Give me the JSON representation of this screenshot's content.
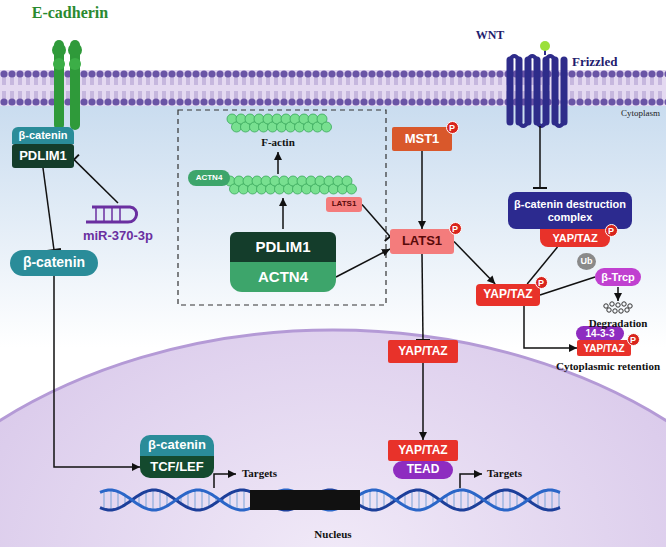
{
  "diagram": {
    "nodes": [
      {
        "text": [
          "β-catenin"
        ]
      },
      {
        "text": [
          "PDLIM1"
        ]
      },
      {
        "text": [
          "miR-370-3p"
        ]
      },
      {
        "text": [
          "β-catenin"
        ]
      },
      {
        "text": [
          "ACTN4"
        ]
      },
      {
        "text": [
          "LATS1"
        ]
      },
      {
        "text": [
          "PDLIM1"
        ]
      },
      {
        "text": [
          "ACTN4"
        ]
      },
      {
        "text": [
          "MST1"
        ]
      },
      {
        "text": [
          "LATS1"
        ]
      },
      {
        "text": [
          "YAP/TAZ"
        ]
      },
      {
        "text": [
          "β-catenin destruction complex"
        ]
      },
      {
        "text": [
          "YAP/TAZ"
        ]
      },
      {
        "text": [
          "YAP/TAZ"
        ]
      },
      {
        "text": [
          "β-Trcp"
        ]
      },
      {
        "text": [
          "Ub"
        ]
      },
      {
        "text": [
          "14-3-3"
        ]
      },
      {
        "text": [
          "YAP/TAZ"
        ]
      },
      {
        "text": [
          "β-catenin"
        ]
      },
      {
        "text": [
          "TCF/LEF"
        ]
      },
      {
        "text": [
          "YAP/TAZ"
        ]
      },
      {
        "text": [
          "TEAD"
        ]
      }
    ],
    "edges": [
      {
        "from": 2,
        "to": 1,
        "arrow": "to"
      },
      {
        "from": 1,
        "to": 3,
        "arrow": "to"
      },
      {
        "from": 3,
        "to": 19,
        "arrow": "to"
      },
      {
        "from": 5,
        "to": 9,
        "arrow": "to"
      },
      {
        "from": 7,
        "to": 9,
        "arrow": "to"
      },
      {
        "from": 8,
        "to": 9,
        "arrow": "to"
      },
      {
        "from": 9,
        "to": 10,
        "arrow": "to"
      },
      {
        "from": 10,
        "to": 20,
        "arrow": "to"
      },
      {
        "from": 9,
        "to": 13,
        "arrow": "to"
      },
      {
        "from": 12,
        "to": 13,
        "arrow": "none"
      },
      {
        "from": 13,
        "to": 17,
        "arrow": "to"
      },
      {
        "from": 13,
        "to": 14,
        "arrow": "none"
      }
    ],
    "labels": [
      "E-cadherin",
      "WNT",
      "Frizzled",
      "Cytoplasm",
      "F-actin",
      "P",
      "P",
      "P",
      "P",
      "P",
      "Degradation",
      "Cytoplasmic retention",
      "Targets",
      "Targets",
      "Nucleus"
    ]
  }
}
